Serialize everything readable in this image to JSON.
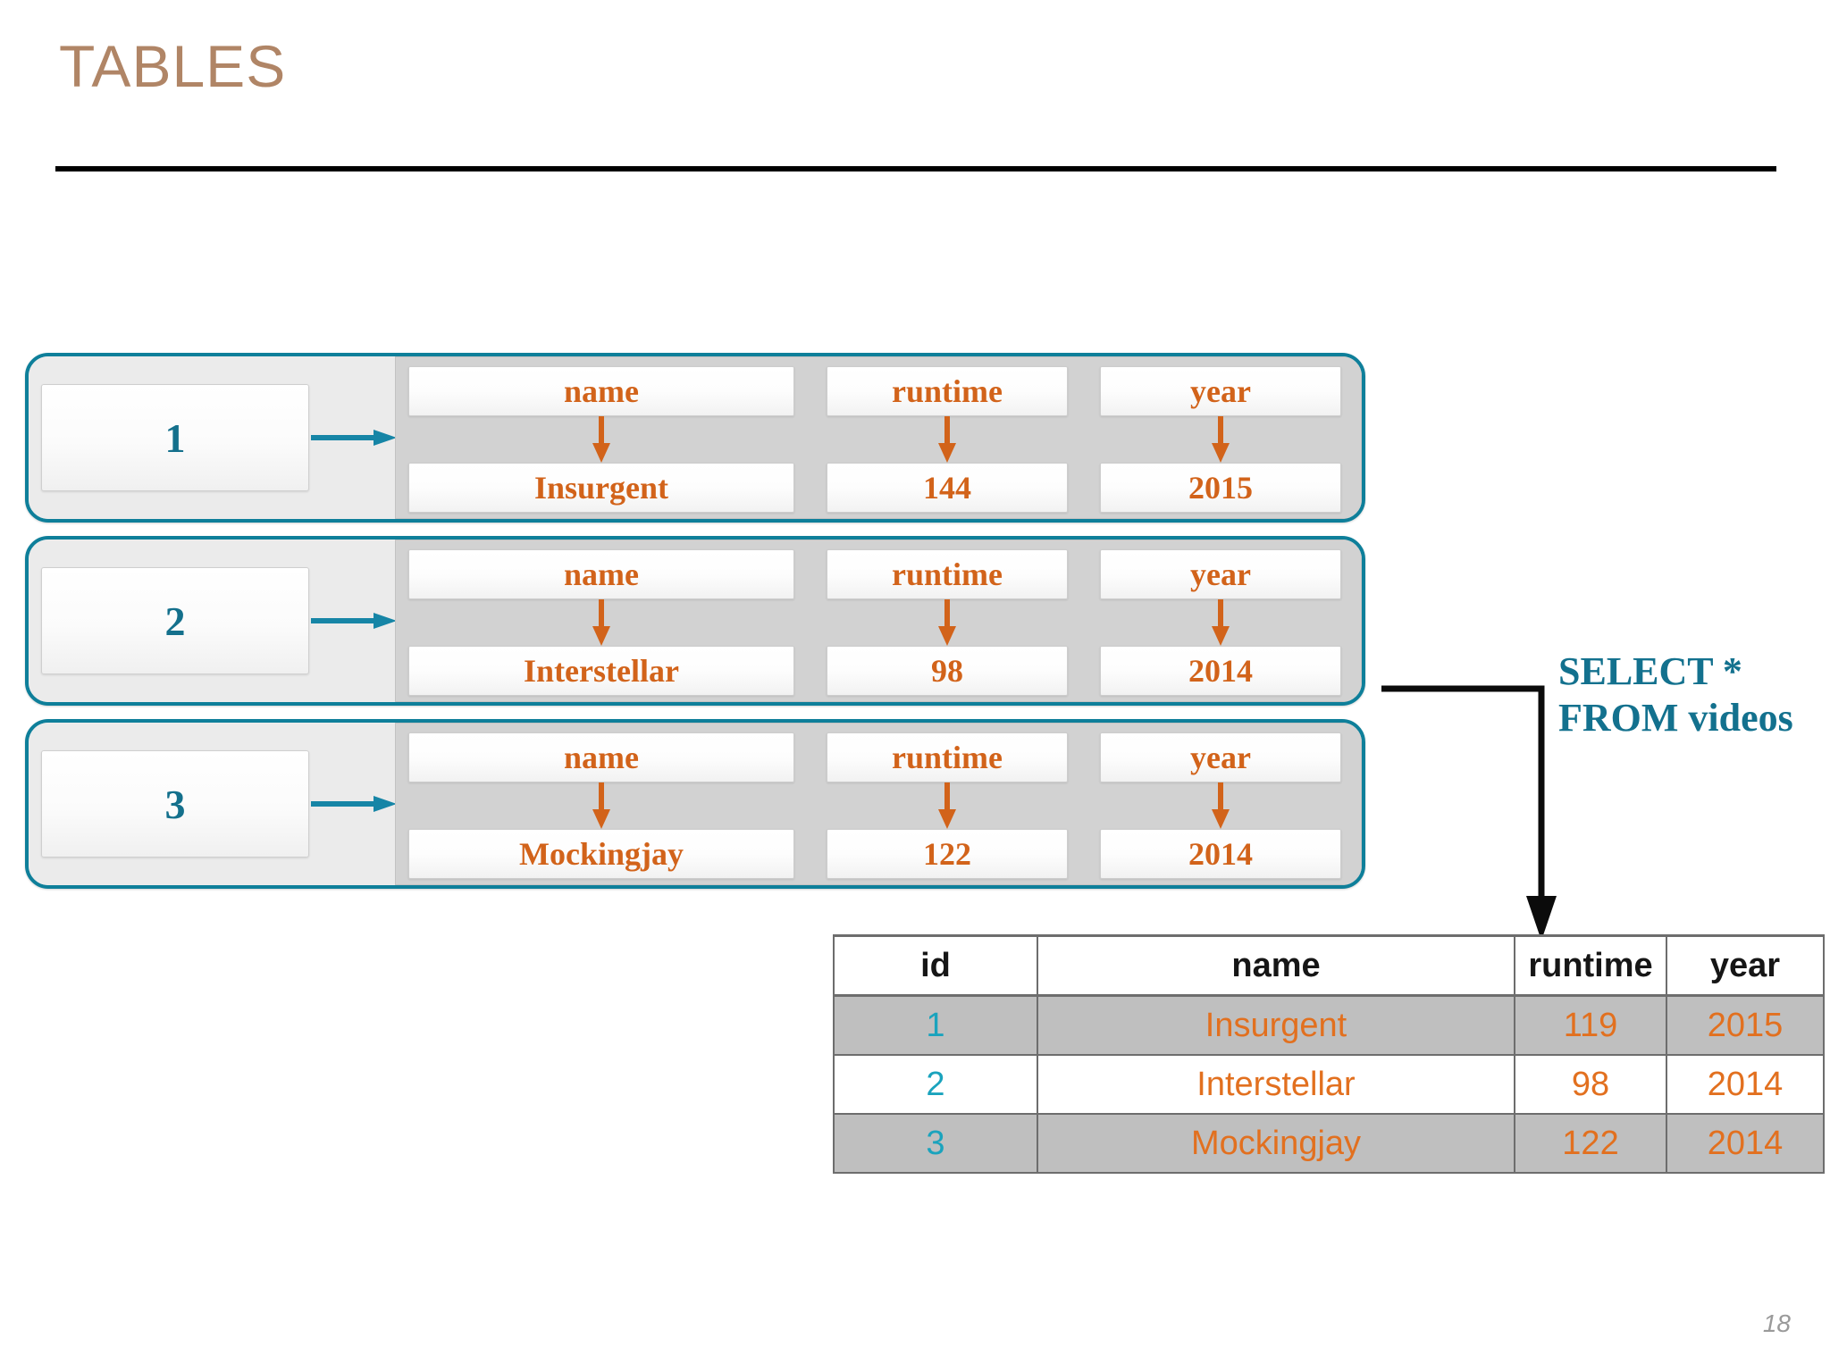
{
  "slide": {
    "title": "TABLES",
    "page_number": "18",
    "accent_teal": "#0e7f9a",
    "accent_orange": "#d2631a",
    "title_color": "#b08566"
  },
  "diagram": {
    "columns": [
      "name",
      "runtime",
      "year"
    ],
    "records": [
      {
        "id": "1",
        "name": "Insurgent",
        "runtime": "144",
        "year": "2015"
      },
      {
        "id": "2",
        "name": "Interstellar",
        "runtime": "98",
        "year": "2014"
      },
      {
        "id": "3",
        "name": "Mockingjay",
        "runtime": "122",
        "year": "2014"
      }
    ]
  },
  "query": {
    "line1": "SELECT *",
    "line2": "FROM videos"
  },
  "result_table": {
    "headers": [
      "id",
      "name",
      "runtime",
      "year"
    ],
    "rows": [
      {
        "id": "1",
        "name": "Insurgent",
        "runtime": "119",
        "year": "2015"
      },
      {
        "id": "2",
        "name": "Interstellar",
        "runtime": "98",
        "year": "2014"
      },
      {
        "id": "3",
        "name": "Mockingjay",
        "runtime": "122",
        "year": "2014"
      }
    ]
  }
}
